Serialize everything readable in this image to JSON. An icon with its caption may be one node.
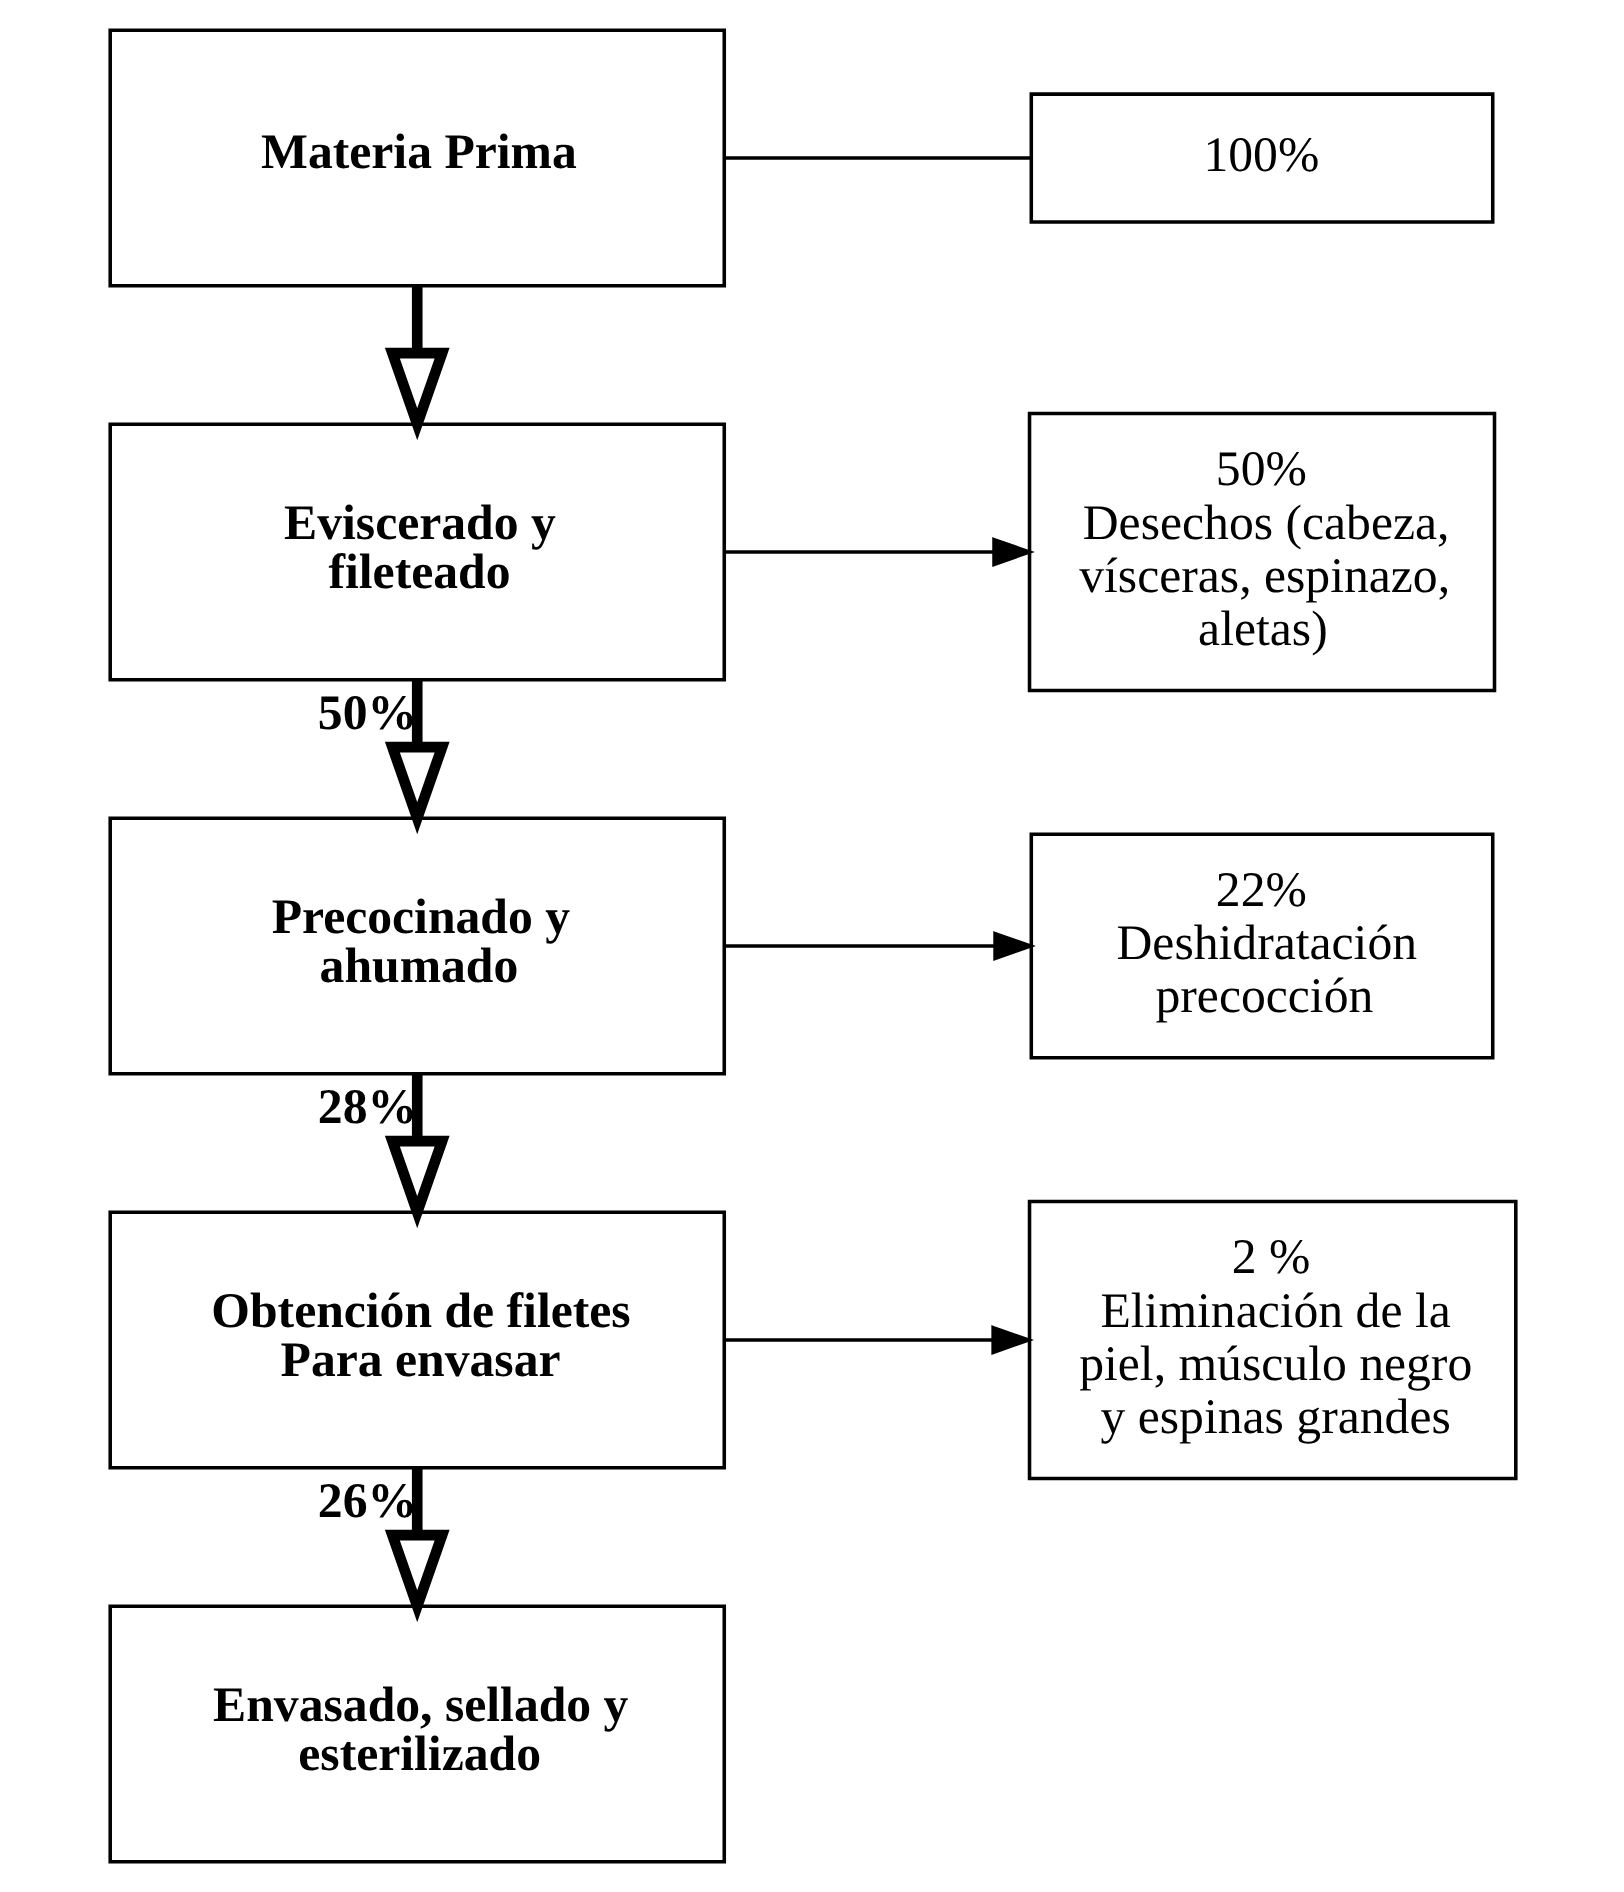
{
  "diagram": {
    "nodes": [
      {
        "text": [
          "Materia Prima"
        ]
      },
      {
        "text": [
          "100%"
        ]
      },
      {
        "text": [
          "Eviscerado y fileteado"
        ]
      },
      {
        "text": [
          "50%",
          "Desechos (cabeza, vísceras, espinazo, aletas)"
        ]
      },
      {
        "text": [
          "Precocinado y ahumado"
        ]
      },
      {
        "text": [
          "22%",
          "Deshidratación precocción"
        ]
      },
      {
        "text": [
          "Obtención de filetes Para envasar"
        ]
      },
      {
        "text": [
          "2 %",
          "Eliminación de la piel, músculo negro y espinas grandes"
        ]
      },
      {
        "text": [
          "Envasado, sellado y esterilizado"
        ]
      }
    ],
    "edges": [
      {
        "from": 0,
        "to": 1,
        "arrow": "none"
      },
      {
        "from": 0,
        "to": 2,
        "arrow": "to",
        "style": "thick"
      },
      {
        "from": 2,
        "to": 3,
        "arrow": "to"
      },
      {
        "from": 2,
        "to": 4,
        "arrow": "to",
        "style": "thick",
        "label": "50%"
      },
      {
        "from": 4,
        "to": 5,
        "arrow": "to"
      },
      {
        "from": 4,
        "to": 6,
        "arrow": "to",
        "style": "thick",
        "label": "28%"
      },
      {
        "from": 6,
        "to": 7,
        "arrow": "to"
      },
      {
        "from": 6,
        "to": 8,
        "arrow": "to",
        "style": "thick",
        "label": "26%"
      }
    ]
  }
}
